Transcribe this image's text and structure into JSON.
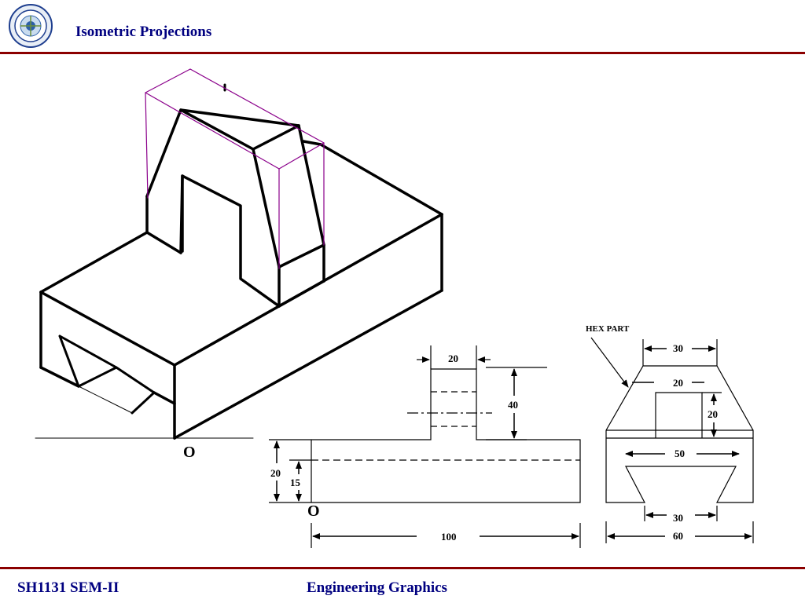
{
  "header": {
    "title": "Isometric Projections"
  },
  "footer": {
    "course_code": "SH1131 SEM-II",
    "subject": "Engineering Graphics"
  },
  "isometric": {
    "origin_label": "O"
  },
  "front_view": {
    "dims": {
      "top_width": "20",
      "height": "40",
      "overall_height": "20",
      "inner_height": "15",
      "length": "100"
    },
    "origin_label": "O"
  },
  "side_view": {
    "callout": "HEX PART",
    "dims": {
      "top_width": "30",
      "block_width": "20",
      "block_height": "20",
      "slot_top": "50",
      "slot_bottom": "30",
      "overall_width": "60"
    }
  },
  "colors": {
    "title": "#000080",
    "rule": "#8b0000",
    "construction": "#8b008b",
    "line": "#000000"
  }
}
